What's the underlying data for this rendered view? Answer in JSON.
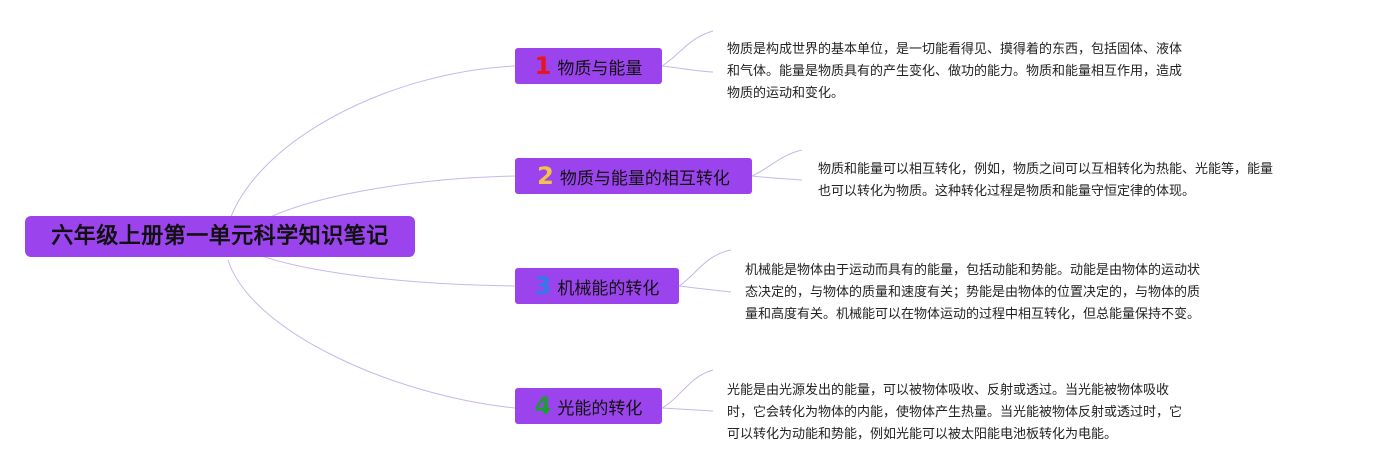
{
  "root": {
    "label": "六年级上册第一单元科学知识笔记"
  },
  "branches": [
    {
      "number": "1",
      "number_color": "#e8151b",
      "label": "物质与能量",
      "desc_lines": [
        "物质是构成世界的基本单位，是一切能看得见、摸得着的东西，包括固体、液体",
        "和气体。能量是物质具有的产生变化、做功的能力。物质和能量相互作用，造成",
        "物质的运动和变化。"
      ]
    },
    {
      "number": "2",
      "number_color": "#f4c24a",
      "label": "物质与能量的相互转化",
      "desc_lines": [
        "物质和能量可以相互转化，例如，物质之间可以互相转化为热能、光能等，能量",
        "也可以转化为物质。这种转化过程是物质和能量守恒定律的体现。"
      ]
    },
    {
      "number": "3",
      "number_color": "#2f7be8",
      "label": "机械能的转化",
      "desc_lines": [
        "机械能是物体由于运动而具有的能量，包括动能和势能。动能是由物体的运动状",
        "态决定的，与物体的质量和速度有关；势能是由物体的位置决定的，与物体的质",
        "量和高度有关。机械能可以在物体运动的过程中相互转化，但总能量保持不变。"
      ]
    },
    {
      "number": "4",
      "number_color": "#1f9a3a",
      "label": "光能的转化",
      "desc_lines": [
        "光能是由光源发出的能量，可以被物体吸收、反射或透过。当光能被物体吸收",
        "时，它会转化为物体的内能，使物体产生热量。当光能被物体反射或透过时，它",
        "可以转化为动能和势能，例如光能可以被太阳能电池板转化为电能。"
      ]
    }
  ],
  "colors": {
    "node_fill": "#9b44ee",
    "connector": "#c9b6ec"
  }
}
